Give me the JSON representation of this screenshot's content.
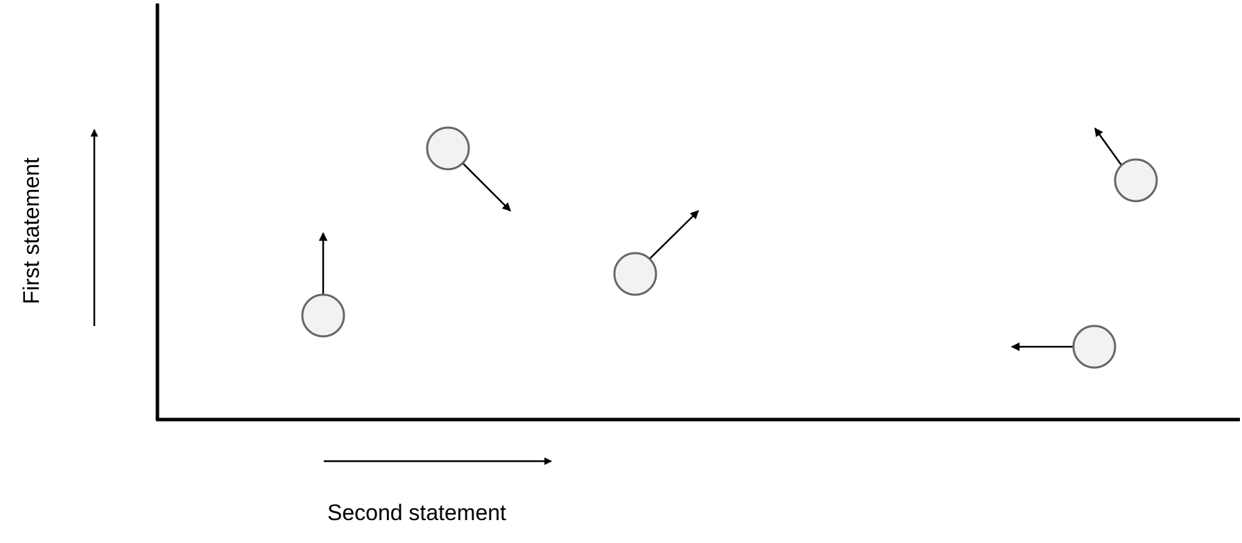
{
  "labels": {
    "y_axis": "First statement",
    "x_axis": "Second statement"
  },
  "colors": {
    "node_fill": "#f2f2f2",
    "node_stroke": "#666666",
    "line": "#000000"
  },
  "nodes": [
    {
      "id": "node-1",
      "arrow": "up"
    },
    {
      "id": "node-2",
      "arrow": "down-right"
    },
    {
      "id": "node-3",
      "arrow": "up-right"
    },
    {
      "id": "node-4",
      "arrow": "up-left"
    },
    {
      "id": "node-5",
      "arrow": "left"
    }
  ]
}
